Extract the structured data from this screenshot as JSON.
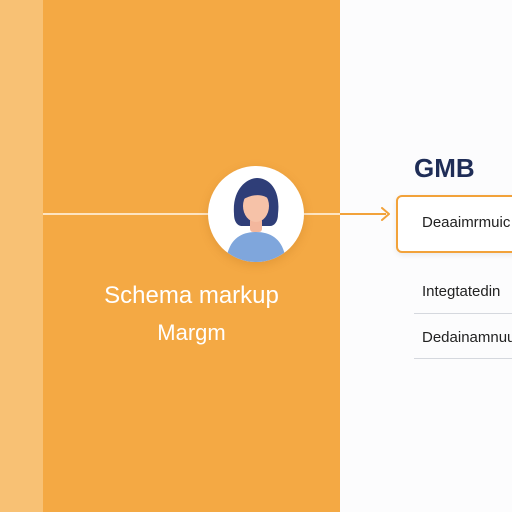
{
  "left_panel": {
    "title": "Schema markup",
    "subtitle": "Margm"
  },
  "avatar": {
    "icon": "person-avatar-icon"
  },
  "right_panel": {
    "heading": "GMB",
    "highlighted_item": "Deaaimrmuic",
    "items": [
      "Integtatedin",
      "Dedainamnuu"
    ]
  },
  "colors": {
    "accent_orange": "#f4a944",
    "stripe_orange": "#f8c174",
    "heading_navy": "#1f2d57"
  }
}
